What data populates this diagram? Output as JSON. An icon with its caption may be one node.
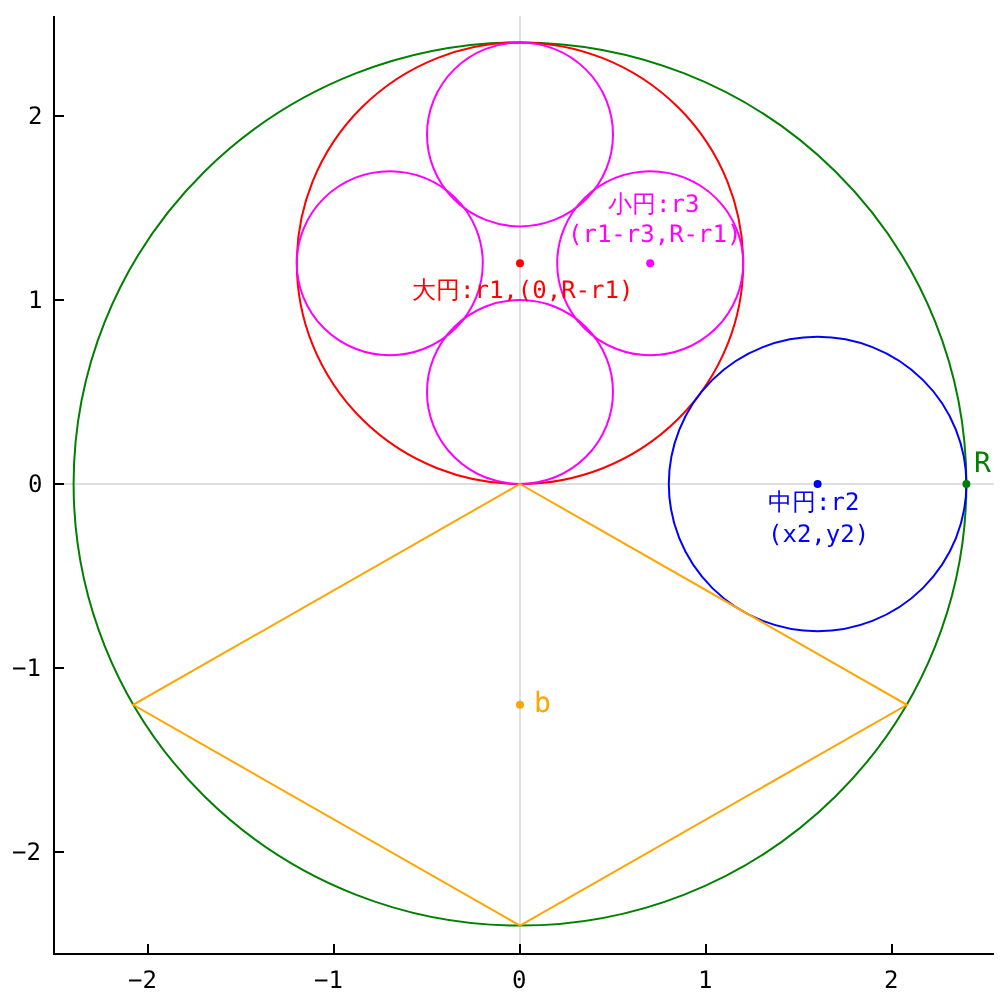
{
  "diagram": {
    "labels": [
      "2",
      "小円:r3",
      "(r1-r3,R-r1)",
      "1",
      "大円:r1,(0,R-r1)",
      "0",
      "R",
      "中円:r2",
      "(x2,y2)",
      "−1",
      "b",
      "−2",
      "−2",
      "−1",
      "0",
      "1",
      "2"
    ]
  }
}
